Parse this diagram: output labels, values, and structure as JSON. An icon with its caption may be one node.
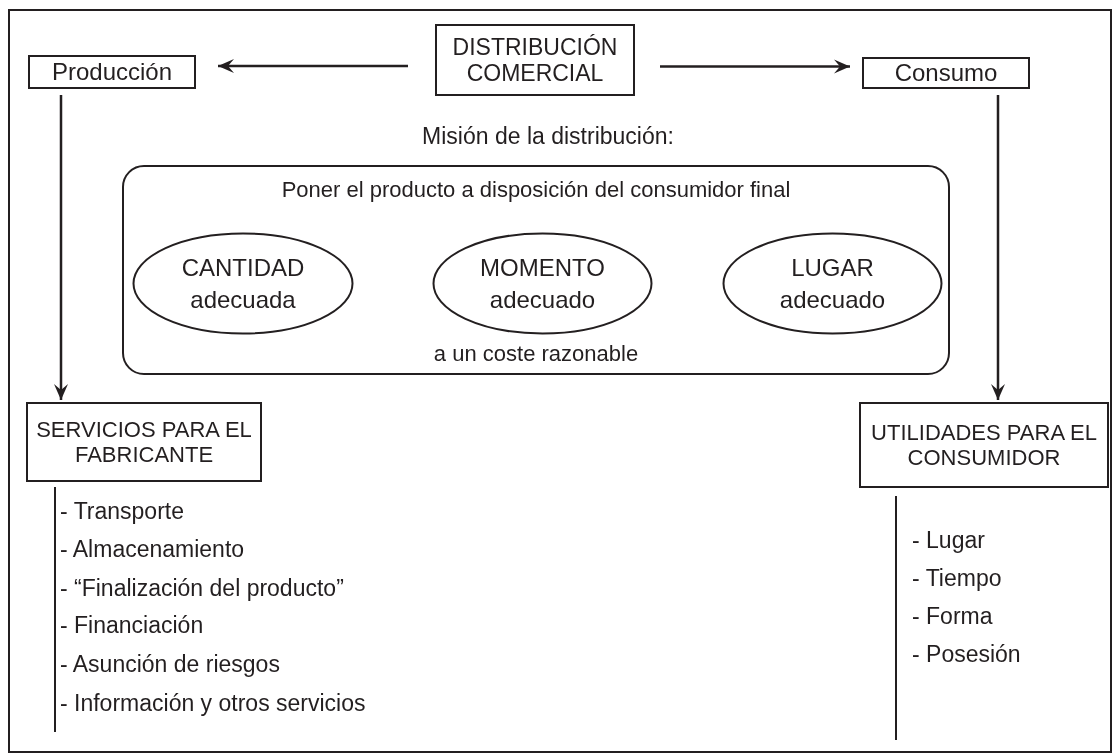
{
  "diagram": {
    "nodes": [
      {
        "text": [
          "DISTRIBUCIÓN COMERCIAL"
        ]
      },
      {
        "text": [
          "Producción"
        ]
      },
      {
        "text": [
          "Consumo"
        ]
      },
      {
        "text": [
          "Poner el producto a disposición del consumidor final",
          "a un coste razonable"
        ]
      },
      {
        "text": [
          "CANTIDAD adecuada"
        ],
        "in": 3
      },
      {
        "text": [
          "MOMENTO adecuado"
        ],
        "in": 3
      },
      {
        "text": [
          "LUGAR adecuado"
        ],
        "in": 3
      },
      {
        "text": [
          "SERVICIOS PARA EL FABRICANTE"
        ]
      },
      {
        "text": [
          "UTILIDADES PARA EL CONSUMIDOR"
        ]
      }
    ],
    "edges": [
      {
        "from": 0,
        "to": 1,
        "arrow": "to"
      },
      {
        "from": 0,
        "to": 2,
        "arrow": "to"
      },
      {
        "from": 1,
        "to": 7,
        "arrow": "to"
      },
      {
        "from": 2,
        "to": 8,
        "arrow": "to"
      }
    ],
    "labels": [
      "Misión de la distribución:",
      "- Transporte",
      "- Almacenamiento",
      "- “Finalización del producto”",
      "- Financiación",
      "- Asunción de riesgos",
      "- Información y otros servicios",
      "- Lugar",
      "- Tiempo",
      "- Forma",
      "- Posesión"
    ]
  }
}
